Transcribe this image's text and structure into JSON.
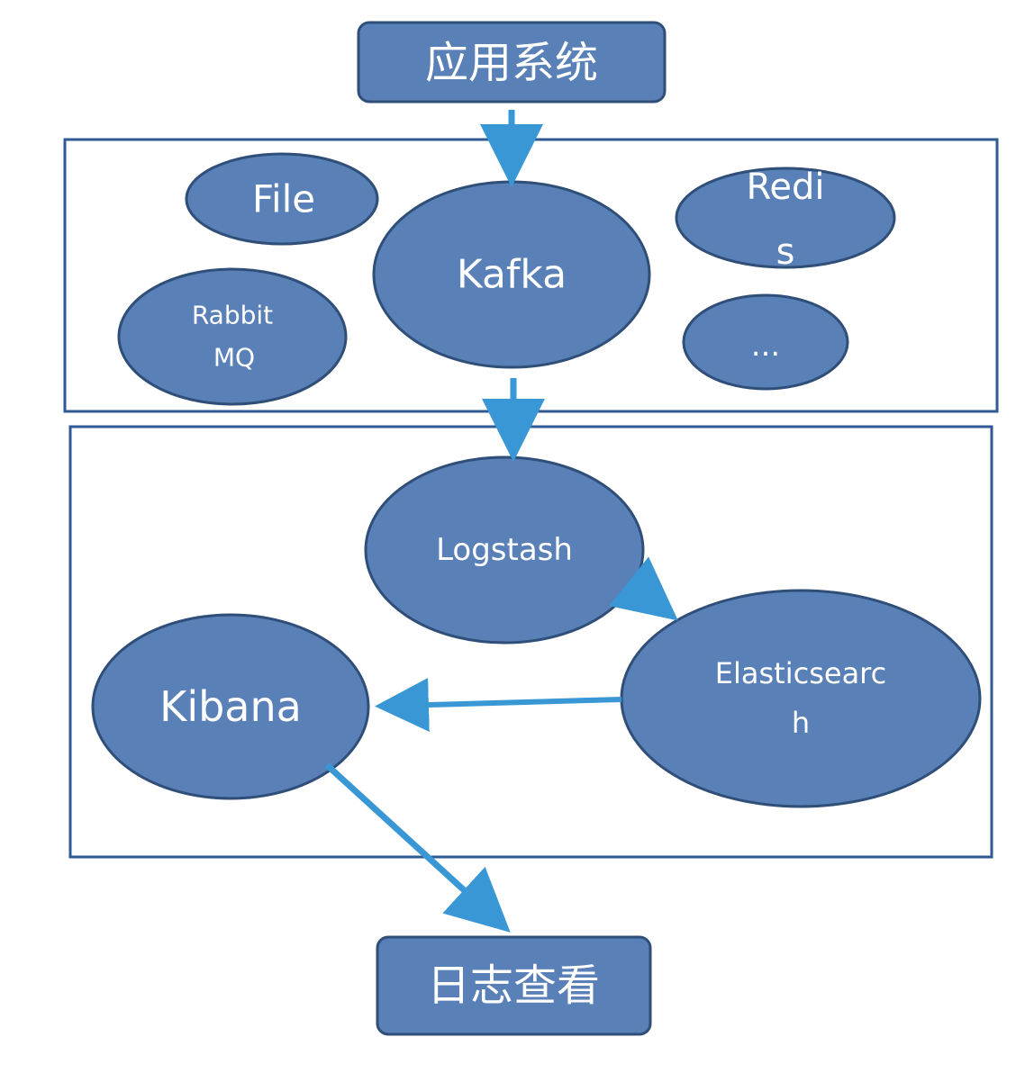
{
  "colors": {
    "node_fill": "#5a80b8",
    "node_stroke": "#2f4e78",
    "frame_stroke": "#2f5a94",
    "arrow": "#3a97d6",
    "text": "#ffffff"
  },
  "nodes": {
    "app_system": "应用系统",
    "file": "File",
    "kafka": "Kafka",
    "redis": [
      "Redi",
      "s"
    ],
    "rabbitmq": [
      "Rabbit",
      "MQ"
    ],
    "other": "...",
    "logstash": "Logstash",
    "elasticsearch": [
      "Elasticsearc",
      "h"
    ],
    "kibana": "Kibana",
    "log_view": "日志查看"
  }
}
